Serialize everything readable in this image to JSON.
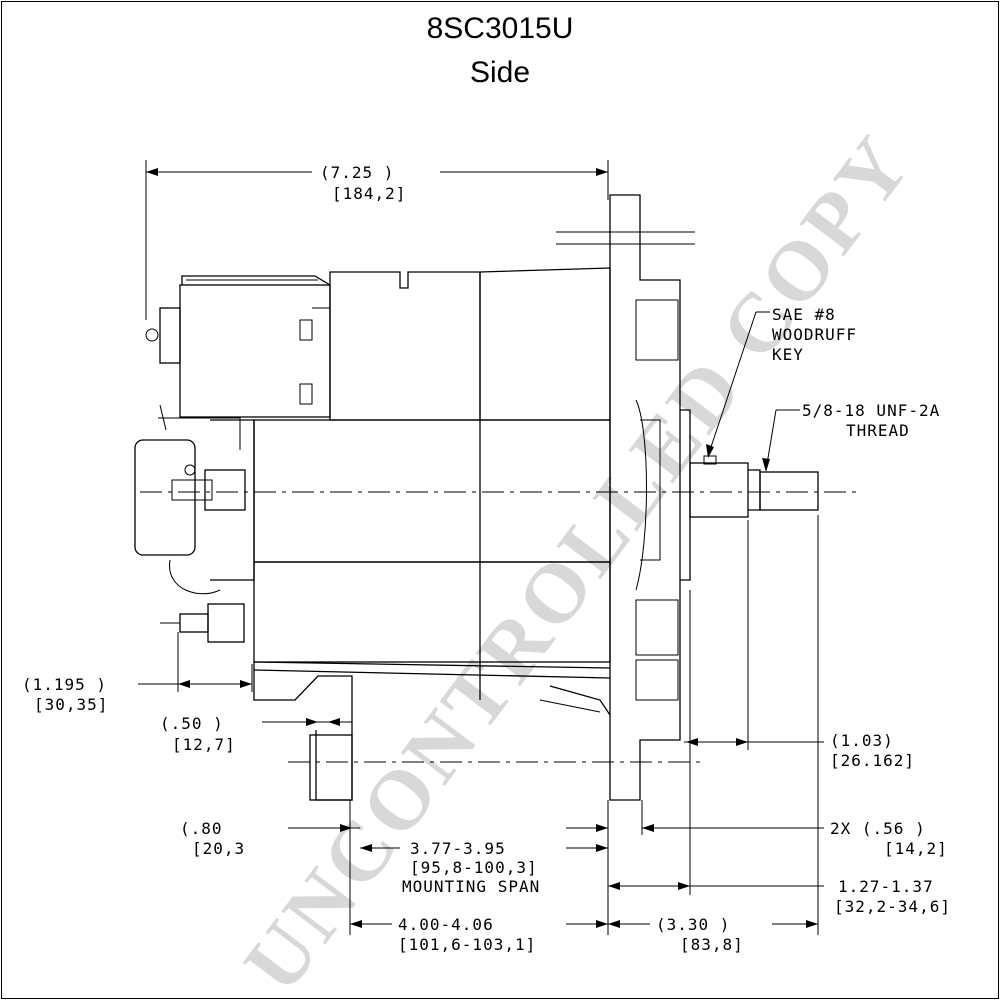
{
  "header": {
    "part_number": "8SC3015U",
    "view": "Side"
  },
  "watermark": "UNCONTROLLED COPY",
  "dimensions": {
    "overall_length": {
      "inch": "(7.25    )",
      "mm": "[184,2]"
    },
    "terminal_offset": {
      "inch": "(1.195   )",
      "mm": "[30,35]"
    },
    "foot_width": {
      "inch": "(.50    )",
      "mm": "[12,7]"
    },
    "foot_offset": {
      "inch": "(.80",
      "mm": "[20,3"
    },
    "mounting_span": {
      "inch": "3.77-3.95",
      "mm": "[95,8-100,3]",
      "label": "MOUNTING SPAN"
    },
    "foot_to_flange": {
      "inch": "4.00-4.06",
      "mm": "[101,6-103,1]"
    },
    "shaft_to_pulley": {
      "inch": "(1.03)",
      "mm": "[26.162]"
    },
    "flange_holes": {
      "inch": "2X (.56    )",
      "mm": "[14,2]"
    },
    "flange_to_hub": {
      "inch": "1.27-1.37",
      "mm": "[32,2-34,6]"
    },
    "shaft_length": {
      "inch": "(3.30    )",
      "mm": "[83,8]"
    }
  },
  "callouts": {
    "key_line1": "SAE #8",
    "key_line2": "WOODRUFF",
    "key_line3": "KEY",
    "thread_line1": "5/8-18 UNF-2A",
    "thread_line2": "THREAD"
  }
}
